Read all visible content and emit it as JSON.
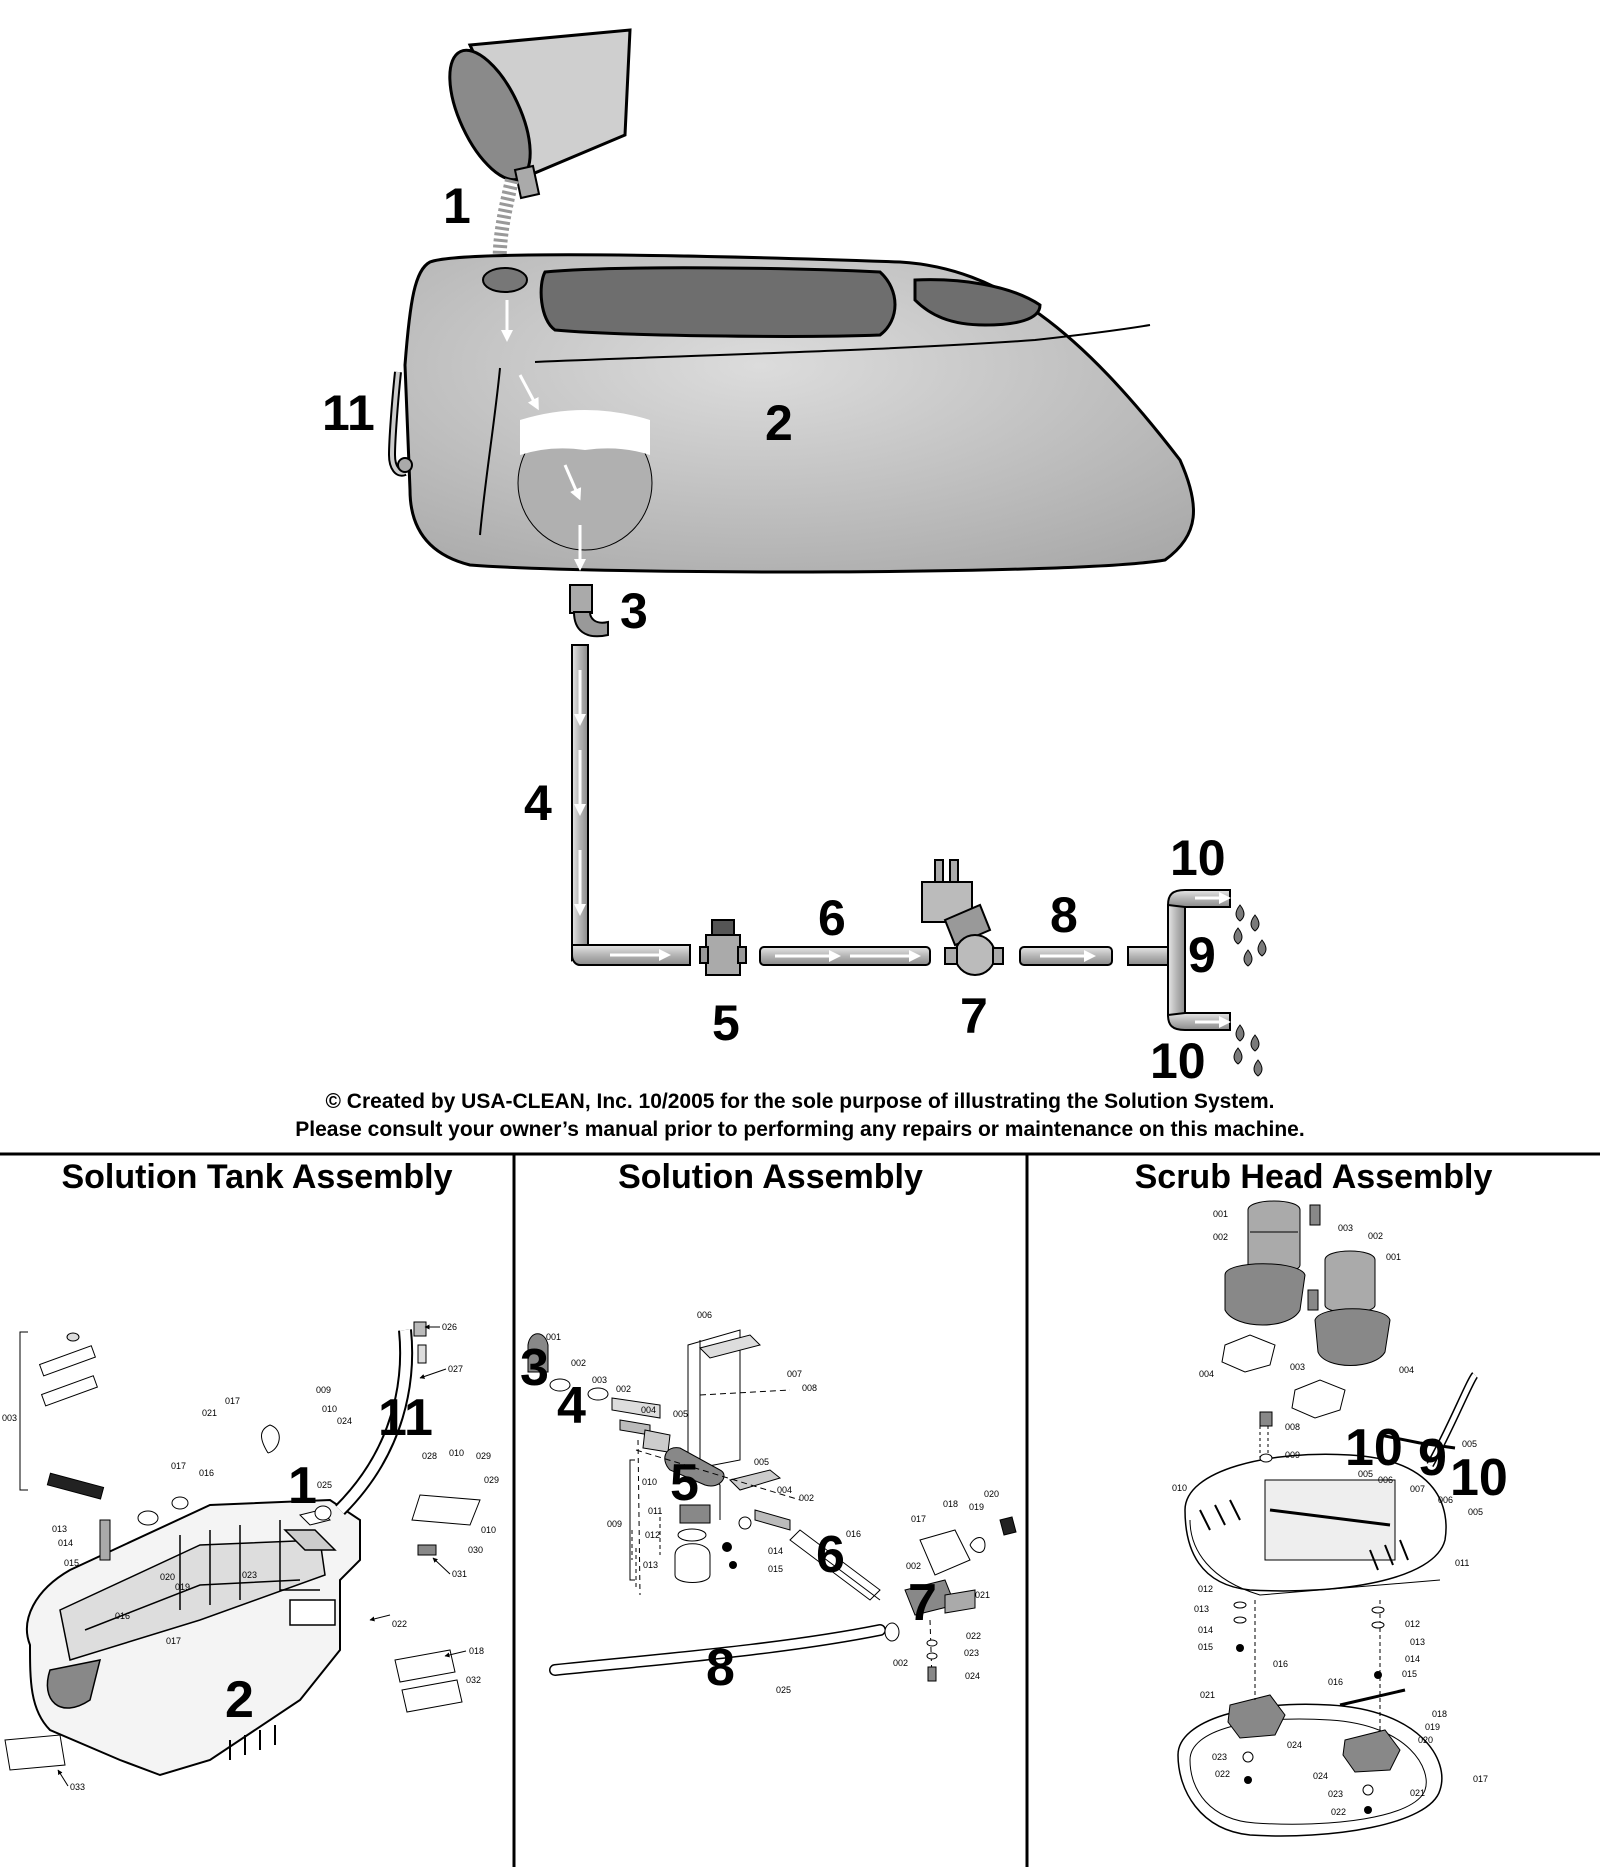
{
  "copyright": {
    "line1": "© Created by USA-CLEAN, Inc. 10/2005 for the sole purpose of illustrating the Solution System.",
    "line2": "Please consult your owner’s manual prior to performing any repairs or maintenance on this machine."
  },
  "flow_numbers": {
    "n1": "1",
    "n2": "2",
    "n3": "3",
    "n4": "4",
    "n5": "5",
    "n6": "6",
    "n7": "7",
    "n8": "8",
    "n9": "9",
    "n10a": "10",
    "n10b": "10",
    "n11": "11"
  },
  "panels": {
    "tank": {
      "title": "Solution Tank Assembly",
      "callouts": {
        "n1": "1",
        "n2": "2",
        "n11": "11",
        "p003": "003",
        "p009": "009",
        "p010": "010",
        "p017a": "017",
        "p021": "021",
        "p024": "024",
        "p026": "026",
        "p027": "027",
        "p028": "028",
        "p010b": "010",
        "p029a": "029",
        "p029b": "029",
        "p010c": "010",
        "p030": "030",
        "p031": "031",
        "p025": "025",
        "p017b": "017",
        "p016a": "016",
        "p013": "013",
        "p014": "014",
        "p015": "015",
        "p020": "020",
        "p019": "019",
        "p023": "023",
        "p016b": "016",
        "p017c": "017",
        "p022": "022",
        "p018": "018",
        "p032": "032",
        "p033": "033"
      }
    },
    "solution": {
      "title": "Solution Assembly",
      "callouts": {
        "n3": "3",
        "n4": "4",
        "n5": "5",
        "n6": "6",
        "n7": "7",
        "n8": "8",
        "p001": "001",
        "p002a": "002",
        "p003": "003",
        "p002b": "002",
        "p004a": "004",
        "p005a": "005",
        "p006": "006",
        "p007": "007",
        "p008": "008",
        "p005b": "005",
        "p010": "010",
        "p009": "009",
        "p011": "011",
        "p012": "012",
        "p013": "013",
        "p004b": "004",
        "p002c": "002",
        "p014": "014",
        "p015": "015",
        "p016": "016",
        "p017": "017",
        "p018": "018",
        "p019": "019",
        "p020": "020",
        "p002d": "002",
        "p021": "021",
        "p022": "022",
        "p023": "023",
        "p024": "024",
        "p002e": "002",
        "p025": "025"
      }
    },
    "scrub": {
      "title": "Scrub Head Assembly",
      "callouts": {
        "n10a": "10",
        "n9": "9",
        "n10b": "10",
        "p001a": "001",
        "p002a": "002",
        "p003a": "003",
        "p002b": "002",
        "p001b": "001",
        "p004a": "004",
        "p003b": "003",
        "p004b": "004",
        "p008": "008",
        "p009": "009",
        "p005a": "005",
        "p005b": "005",
        "p006a": "006",
        "p007": "007",
        "p006b": "006",
        "p005c": "005",
        "p010": "010",
        "p011": "011",
        "p012a": "012",
        "p013a": "013",
        "p014a": "014",
        "p015a": "015",
        "p016a": "016",
        "p012b": "012",
        "p013b": "013",
        "p014b": "014",
        "p015b": "015",
        "p016b": "016",
        "p021a": "021",
        "p018": "018",
        "p019": "019",
        "p020": "020",
        "p023a": "023",
        "p024a": "024",
        "p022a": "022",
        "p024b": "024",
        "p023b": "023",
        "p021b": "021",
        "p022b": "022",
        "p017": "017"
      }
    }
  },
  "colors": {
    "tank_fill": "#c8c8c8",
    "tank_dark": "#6e6e6e",
    "pipe_fill": "#bdbdbd",
    "line": "#000000"
  }
}
